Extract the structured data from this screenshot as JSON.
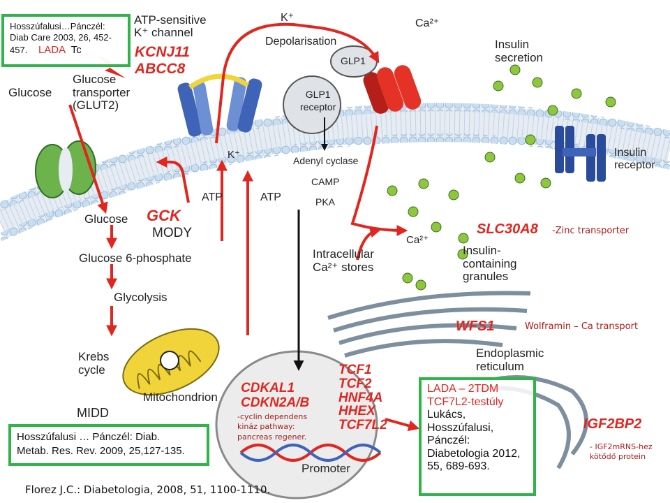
{
  "colors": {
    "membrane_head": "#c9def0",
    "membrane_tail": "#e9eef4",
    "arrow_red": "#e0261f",
    "gene_red": "#e0261f",
    "box_green": "#2fb34a",
    "granule_green": "#8dc63f",
    "channel_blue": "#3f63b6",
    "channel_red": "#e53226",
    "mito_yellow": "#f0d43a"
  },
  "top_left_box": {
    "line1": "Hosszúfalusi…Pánczél:",
    "line2": "Diab Care 2003, 26, 452-",
    "line3": "457.",
    "lada": "LADA",
    "tc": "Tc"
  },
  "labels": {
    "glucose_out": "Glucose",
    "glut_1": "Glucose",
    "glut_2": "transporter",
    "glut_3": "(GLUT2)",
    "atp_channel_1": "ATP-sensitive",
    "atp_channel_2": "K⁺ channel",
    "k_top": "K⁺",
    "depolarisation": "Depolarisation",
    "ca_top": "Ca²⁺",
    "glp1": "GLP1",
    "glp1_receptor_1": "GLP1",
    "glp1_receptor_2": "receptor",
    "insulin_secretion_1": "Insulin",
    "insulin_secretion_2": "secretion",
    "insulin_receptor_1": "Insulin",
    "insulin_receptor_2": "receptor",
    "k_inner": "K⁺",
    "adenyl_cyclase": "Adenyl cyclase",
    "camp": "CAMP",
    "pka": "PKA",
    "atp_1": "ATP",
    "atp_2": "ATP",
    "glucose_in": "Glucose",
    "mody": "MODY",
    "g6p": "Glucose 6-phosphate",
    "glycolysis": "Glycolysis",
    "ca_stores_1": "Intracellular",
    "ca_stores_2": "Ca²⁺ stores",
    "ca_inner": "Ca²⁺",
    "granules_1": "Insulin-",
    "granules_2": "containing",
    "granules_3": "granules",
    "krebs_1": "Krebs",
    "krebs_2": "cycle",
    "mitochondrion": "Mitochondrion",
    "midd": "MIDD",
    "er_1": "Endoplasmic",
    "er_2": "reticulum",
    "promoter": "Promoter"
  },
  "genes": {
    "kcnj11": "KCNJ11",
    "abcc8": "ABCC8",
    "gck": "GCK",
    "slc30a8": "SLC30A8",
    "wfs1": "WFS1",
    "cdkal1": "CDKAL1",
    "cdkn2ab": "CDKN2A/B",
    "tcf1": "TCF1",
    "tcf2": "TCF2",
    "hnf4a": "HNF4A",
    "hhex": "HHEX",
    "tcf7l2": "TCF7L2",
    "igf2bp2": "IGF2BP2"
  },
  "notes": {
    "zinc": "-Zinc transporter",
    "wolframin": "Wolframin – Ca transport",
    "cyclin_1": "-cyclin dependens",
    "cyclin_2": "kináz pathway:",
    "cyclin_3": "pancreas regener.",
    "igf2_1": "- IGF2mRNS-hez",
    "igf2_2": "kötődő protein"
  },
  "midd_box": {
    "line1": "Hosszúfalusi … Pánczél: Diab.",
    "line2": "Metab. Res. Rev. 2009, 25,127-135."
  },
  "lada_box": {
    "line1": "LADA – 2TDM",
    "line2": "TCF7L2-testúly",
    "line3": "Lukács,",
    "line4": "Hosszúfalusi,",
    "line5": "Pánczél:",
    "line6": "Diabetologia 2012,",
    "line7": "55, 689-693."
  },
  "footer_ref": "Florez J.C.: Diabetologia, 2008, 51, 1100-1110."
}
